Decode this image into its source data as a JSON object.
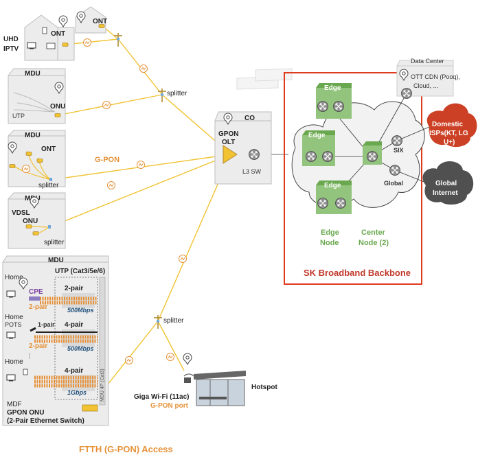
{
  "colors": {
    "fiber": "#f1c232",
    "backbone_border": "#e03a1e",
    "edge_node": "#93c47d",
    "cloud": "#cc4125",
    "accent_orange": "#e69138",
    "purple": "#7b3fa0"
  },
  "icons": [
    "location-pin-icon",
    "tv-icon",
    "laptop-icon",
    "phone-icon",
    "switch-icon",
    "utility-pole-icon",
    "wave-icon",
    "cloud-icon",
    "bus-stop-icon",
    "wifi-icon"
  ],
  "labels": {
    "uhd": "UHD",
    "iptv": "IPTV",
    "ont_home": "ONT",
    "ont_small": "ONT",
    "mdu1": "MDU",
    "utp": "UTP",
    "onu": "ONU",
    "splitter_top": "splitter",
    "mdu2": "MDU",
    "ont_mdu2": "ONT",
    "splitter_mdu2": "splitter",
    "gpon": "G-PON",
    "mdu3": "MDU",
    "vdsl": "VDSL",
    "onu_mdu3": "ONU",
    "splitter_mdu3": "splitter",
    "co": "CO",
    "gpon_olt_1": "GPON",
    "gpon_olt_2": "OLT",
    "l3sw": "L3 SW",
    "data_center": "Data Center",
    "dc_line1": "OTT CDN (Pooq),",
    "dc_line2": "Cloud, ...",
    "edge1": "Edge",
    "edge2": "Edge",
    "edge3": "Edge",
    "six": "SIX",
    "global": "Global",
    "domestic_1": "Domestic",
    "domestic_2": "ISPs(KT, LG",
    "domestic_3": "U+)",
    "global_internet_1": "Global",
    "global_internet_2": "Internet",
    "edge_node_1": "Edge",
    "edge_node_2": "Node",
    "center_node_1": "Center",
    "center_node_2": "Node (2)",
    "backbone": "SK Broadband Backbone",
    "mdu4": "MDU",
    "utp_cat": "UTP (Cat3/5e/6)",
    "home1": "Home",
    "cpe": "CPE",
    "pair2_a": "2-pair",
    "pair2_b": "2-pair",
    "mbps500_a": "500Mbps",
    "home2": "Home",
    "pots": "POTS",
    "pair1": "1-pair",
    "pair4_a": "4-pair",
    "pair2_c": "2-pair",
    "mbps500_b": "500Mbps",
    "home3": "Home",
    "pair4_b": "4-pair",
    "gbps1": "1Gbps",
    "riser": "MDU 4P (Cat3)",
    "mdf": "MDF",
    "gpon_onu": "GPON ONU",
    "eth_switch": "(2-Pair Ethernet Switch)",
    "splitter_bottom": "splitter",
    "giga_wifi": "Giga Wi-Fi (11ac)",
    "gpon_port": "G-PON port",
    "hotspot": "Hotspot",
    "ftth": "FTTH (G-PON) Access"
  }
}
